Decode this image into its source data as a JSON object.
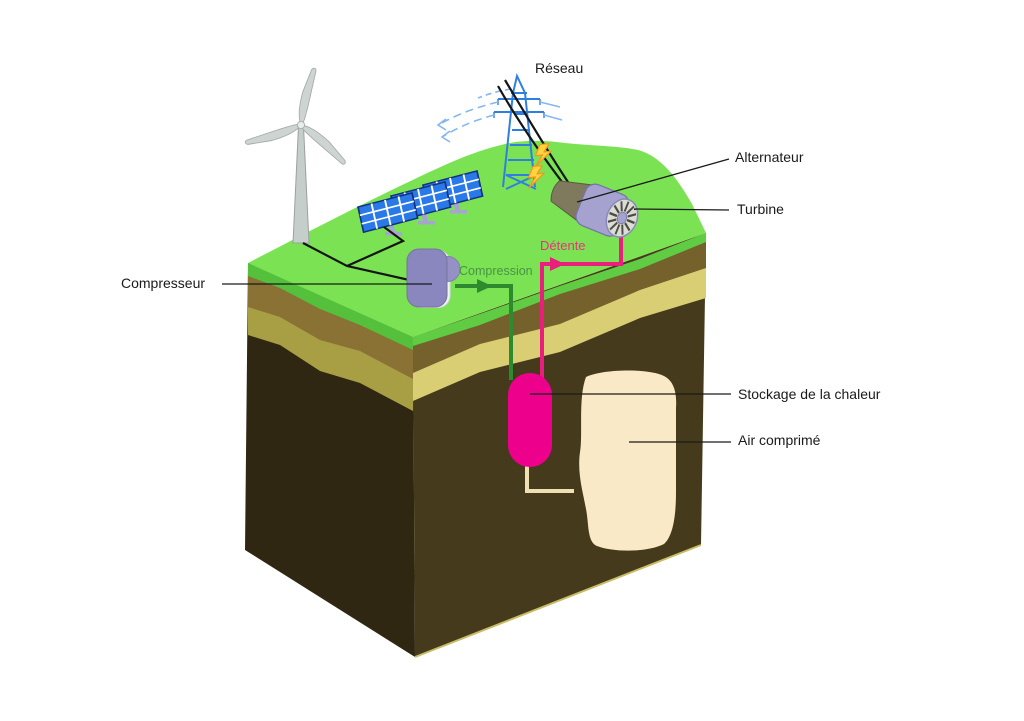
{
  "diagram": {
    "background": "#FFFFFF",
    "labels": {
      "reseau": "Réseau",
      "alternateur": "Alternateur",
      "turbine": "Turbine",
      "compresseur": "Compresseur",
      "stockage_chaleur": "Stockage de la chaleur",
      "air_comprime": "Air comprimé"
    },
    "flows": {
      "compression": {
        "label": "Compression",
        "color": "#2E8A2E"
      },
      "detente": {
        "label": "Détente",
        "color": "#E91E7D"
      }
    },
    "components": {
      "wind_turbine": "wind-turbine",
      "solar_panels": "solar-panel-array",
      "transmission_tower": "transmission-tower",
      "alternator": "alternator-unit",
      "turbine": "turbine-unit",
      "compressor": "compressor-unit",
      "heat_storage_tank": "heat-storage-tank",
      "compressed_air_cavern": "compressed-air-cavern",
      "lightning": "lightning-bolt-icon"
    },
    "colors": {
      "grass": "#7BE353",
      "grass_edge_left": "#55C03C",
      "grass_edge_right": "#5FCC43",
      "soil_dark_left": "#2F2712",
      "soil_dark_right": "#453A1B",
      "stratum_brown_left": "#8A7134",
      "stratum_olive_left": "#A89E44",
      "stratum_brown_right": "#74612C",
      "stratum_khaki_right": "#D9CE74",
      "storage_pink": "#EC008C",
      "flow_pink": "#E91E7D",
      "flow_green": "#2E8A2E",
      "cavern_cream": "#FAE9C6",
      "pylon_blue": "#2F7FE0",
      "wire_blue": "#85B7F0",
      "panel_blue": "#2979E8",
      "panel_stand": "#A7A3D4",
      "device_lavender": "#8A87BE",
      "alternator_olive": "#7F7A5E",
      "turbine_lavender": "#A5A2D0",
      "blade_gray": "#CDD4D1",
      "bolt_yellow": "#FFD23F",
      "bolt_orange": "#F7941D",
      "label_text": "#1A1A1A"
    }
  }
}
